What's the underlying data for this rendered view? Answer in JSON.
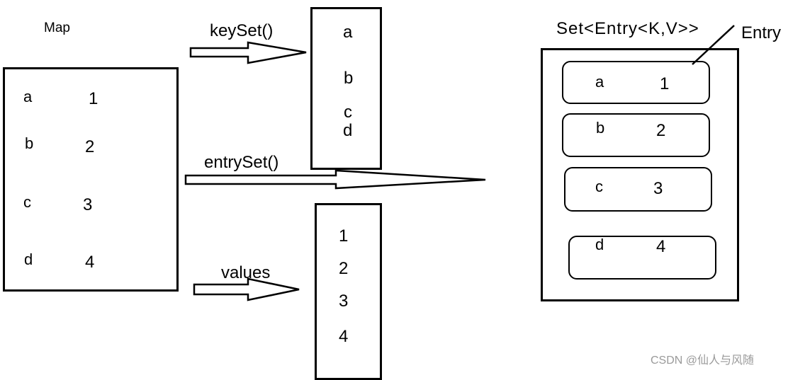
{
  "map": {
    "title": "Map",
    "rows": [
      {
        "key": "a",
        "value": "1"
      },
      {
        "key": "b",
        "value": "2"
      },
      {
        "key": "c",
        "value": "3"
      },
      {
        "key": "d",
        "value": "4"
      }
    ]
  },
  "methods": {
    "keyset": "keySet()",
    "entryset": "entrySet()",
    "values": "values"
  },
  "keyset_box": [
    "a",
    "b",
    "c",
    "d"
  ],
  "values_box": [
    "1",
    "2",
    "3",
    "4"
  ],
  "entryset_box": {
    "title": "Set<Entry<K,V>>",
    "pointer_label": "Entry",
    "entries": [
      {
        "key": "a",
        "value": "1"
      },
      {
        "key": "b",
        "value": "2"
      },
      {
        "key": "c",
        "value": "3"
      },
      {
        "key": "d",
        "value": "4"
      }
    ]
  },
  "watermark": "CSDN @仙人与风随"
}
